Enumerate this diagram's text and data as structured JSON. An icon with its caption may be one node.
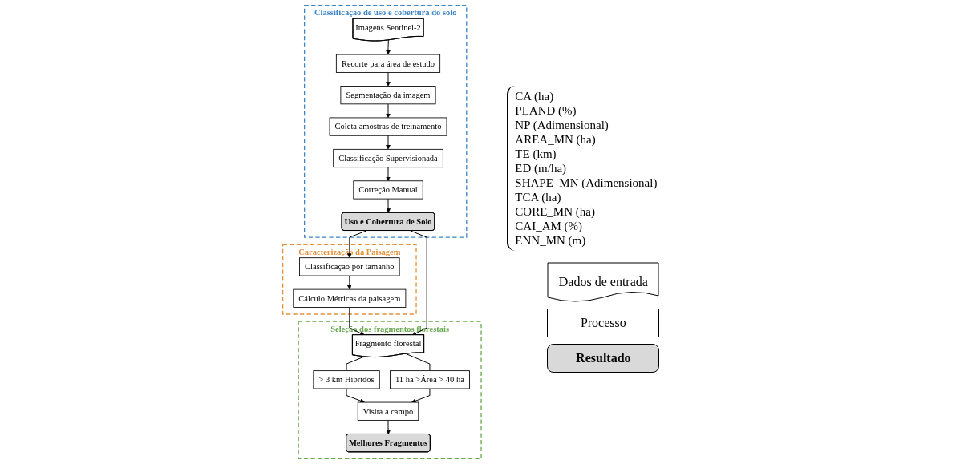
{
  "diagram": {
    "nodes": [
      {
        "text": [
          "Classificação de uso e cobertura do solo"
        ]
      },
      {
        "text": [
          "Imagens Sentinel-2"
        ],
        "in": 0
      },
      {
        "text": [
          "Recorte para área de estudo"
        ],
        "in": 0
      },
      {
        "text": [
          "Segmentação da imagem"
        ],
        "in": 0
      },
      {
        "text": [
          "Coleta amostras de treinamento"
        ],
        "in": 0
      },
      {
        "text": [
          "Classificação Supervisionada"
        ],
        "in": 0
      },
      {
        "text": [
          "Correção Manual"
        ],
        "in": 0
      },
      {
        "text": [
          "Uso e Cobertura de Solo"
        ],
        "in": 0
      },
      {
        "text": [
          "Caracterização da Paisagem"
        ]
      },
      {
        "text": [
          "Classificação por tamanho"
        ],
        "in": 8
      },
      {
        "text": [
          "Cálculo Métricas da paisagem"
        ],
        "in": 8
      },
      {
        "text": [
          "Seleção dos fragmentos florestais"
        ]
      },
      {
        "text": [
          "Fragmento florestal"
        ],
        "in": 11
      },
      {
        "text": [
          "> 3 km Híbridos"
        ],
        "in": 11
      },
      {
        "text": [
          "11 ha >Área > 40 ha"
        ],
        "in": 11
      },
      {
        "text": [
          "Visita a campo"
        ],
        "in": 11
      },
      {
        "text": [
          "Melhores Fragmentos"
        ],
        "in": 11
      }
    ],
    "edges": [
      {
        "from": 1,
        "to": 2,
        "arrow": "to"
      },
      {
        "from": 2,
        "to": 3,
        "arrow": "to"
      },
      {
        "from": 3,
        "to": 4,
        "arrow": "to"
      },
      {
        "from": 4,
        "to": 5,
        "arrow": "to"
      },
      {
        "from": 5,
        "to": 6,
        "arrow": "to"
      },
      {
        "from": 6,
        "to": 7,
        "arrow": "to"
      },
      {
        "from": 7,
        "to": 9,
        "arrow": "to"
      },
      {
        "from": 9,
        "to": 10,
        "arrow": "to"
      },
      {
        "from": 10,
        "to": 12,
        "arrow": "to"
      },
      {
        "from": 7,
        "to": 12,
        "arrow": "to"
      },
      {
        "from": 12,
        "to": 13,
        "arrow": "none"
      },
      {
        "from": 12,
        "to": 14,
        "arrow": "none"
      },
      {
        "from": 13,
        "to": 15,
        "arrow": "to"
      },
      {
        "from": 14,
        "to": 15,
        "arrow": "to"
      },
      {
        "from": 15,
        "to": 16,
        "arrow": "to"
      }
    ],
    "labels": [
      "CA (ha)",
      "PLAND (%)",
      "NP (Adimensional)",
      "AREA_MN (ha)",
      "TE (km)",
      "ED (m/ha)",
      "SHAPE_MN (Adimensional)",
      "TCA (ha)",
      "CORE_MN (ha)",
      "CAI_AM (%)",
      "ENN_MN (m)"
    ],
    "legend": [
      {
        "text": "Dados de entrada"
      },
      {
        "text": "Processo"
      },
      {
        "text": "Resultado"
      }
    ]
  }
}
